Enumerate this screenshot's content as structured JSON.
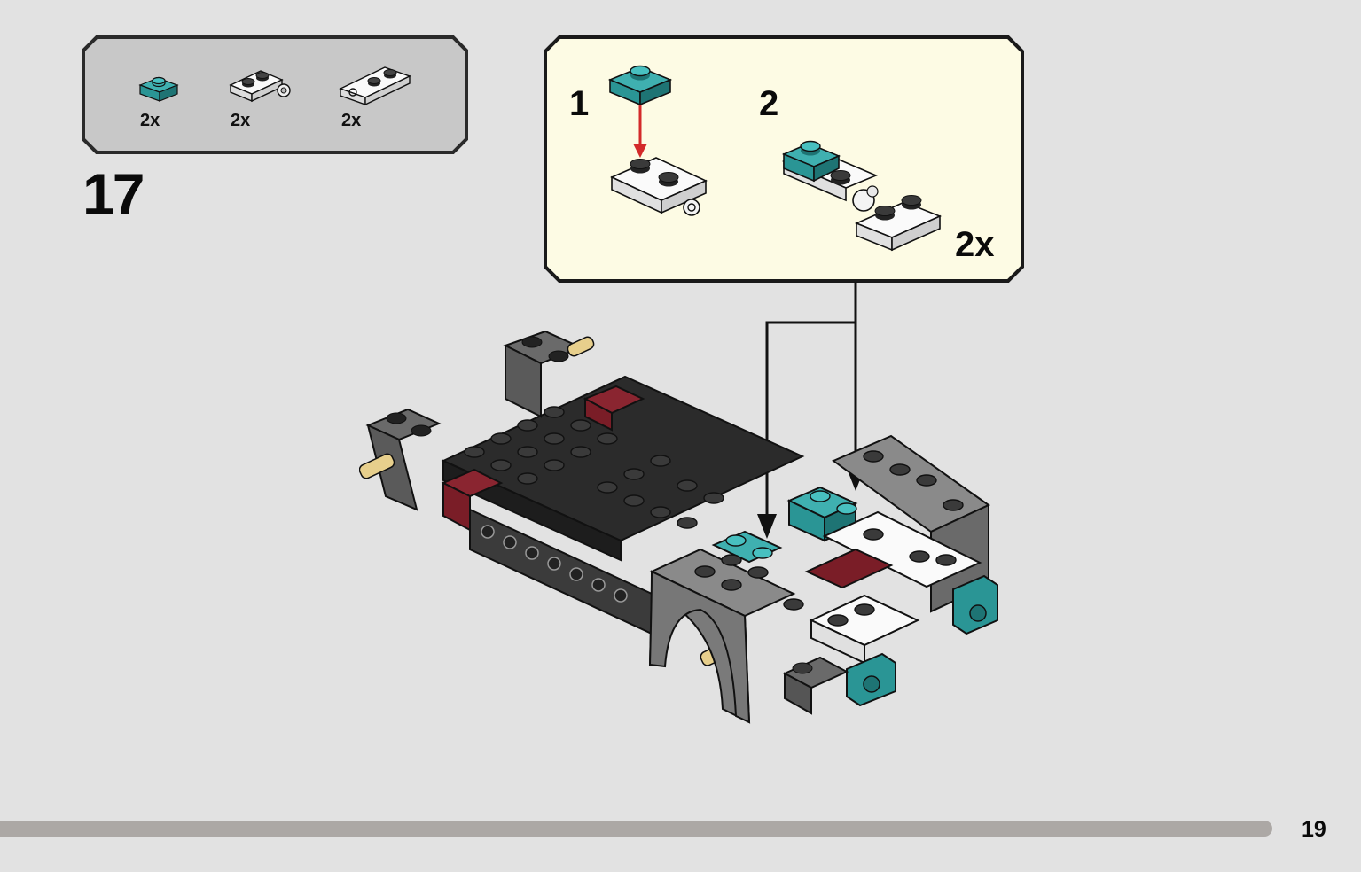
{
  "parts_list": {
    "items": [
      {
        "part": "teal-plate-1x1-icon",
        "qty": "2x"
      },
      {
        "part": "white-hinge-plate-clip-icon",
        "qty": "2x"
      },
      {
        "part": "white-hinge-plate-clip-end-icon",
        "qty": "2x"
      }
    ]
  },
  "step": {
    "number": "17"
  },
  "subassembly": {
    "steps": [
      {
        "label": "1"
      },
      {
        "label": "2"
      }
    ],
    "multiplier": "2x"
  },
  "colors": {
    "background": "#e2e2e2",
    "parts_box": "#c8c8c8",
    "subassembly_box": "#fdfbe4",
    "teal": "#2a9595",
    "dark_grey": "#5a5a5a",
    "dark_red": "#7a1d27",
    "tan": "#e7cf8c",
    "arrow_red": "#d32a2a"
  },
  "footer": {
    "page_number": "19",
    "progress_percent": 93
  }
}
